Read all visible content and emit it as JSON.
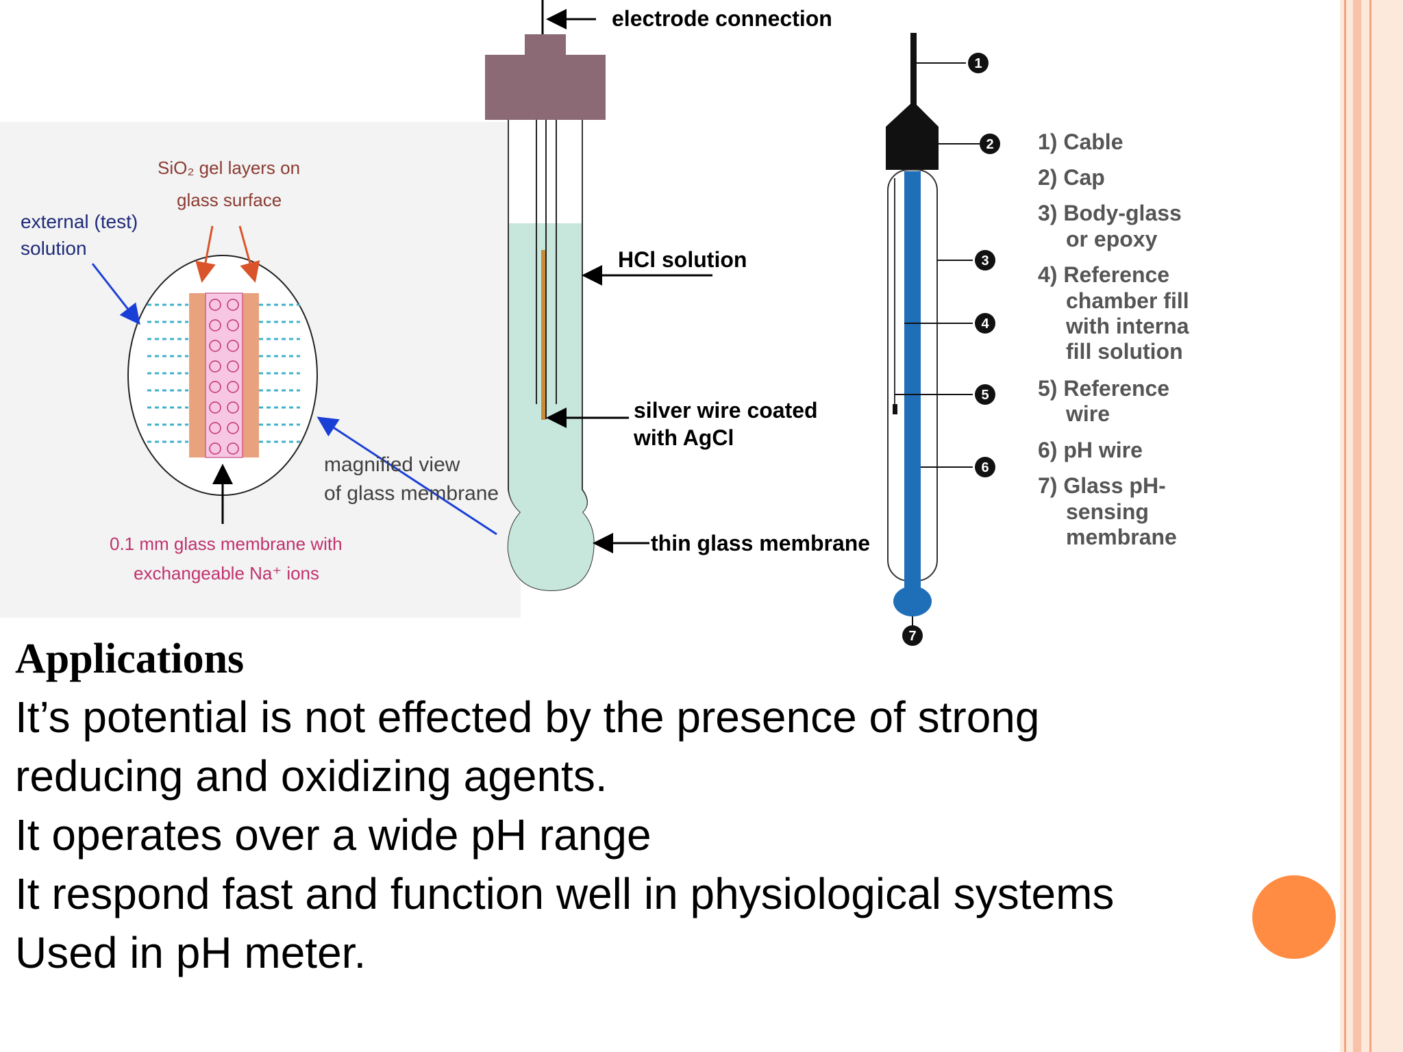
{
  "diagram": {
    "electrode": {
      "connection_label": "electrode connection",
      "hcl_label": "HCl solution",
      "silver_wire_label_1": "silver wire coated",
      "silver_wire_label_2": "with AgCl",
      "membrane_label": "thin glass membrane"
    },
    "membrane_view": {
      "gel_label_1": "SiO₂ gel layers on",
      "gel_label_2": "glass surface",
      "external_label_1": "external (test)",
      "external_label_2": "solution",
      "magnified_label_1": "magnified view",
      "magnified_label_2": "of glass membrane",
      "bottom_label_1": "0.1 mm glass membrane with",
      "bottom_label_2": "exchangeable Na⁺ ions"
    },
    "ph_probe": {
      "markers": [
        "1",
        "2",
        "3",
        "4",
        "5",
        "6",
        "7"
      ],
      "legend": [
        "1) Cable",
        "2) Cap",
        "3) Body-glass",
        "or epoxy",
        "4) Reference",
        "chamber fill",
        "with interna",
        "fill solution",
        "5) Reference",
        "wire",
        "6) pH wire",
        "7) Glass pH-",
        "sensing",
        "membrane"
      ]
    }
  },
  "content": {
    "heading": "Applications",
    "lines": [
      "It’s potential is not effected by the presence of strong",
      "reducing and oxidizing agents.",
      "It operates over a wide pH range",
      "It respond fast and function well in  physiological systems",
      "Used in pH meter."
    ]
  },
  "colors": {
    "accent": "#ff8c42",
    "border": "#f4a47b",
    "electrode_cap": "#8b6a76",
    "solution": "#c7e6dc",
    "probe_blue": "#1f6fb8"
  }
}
